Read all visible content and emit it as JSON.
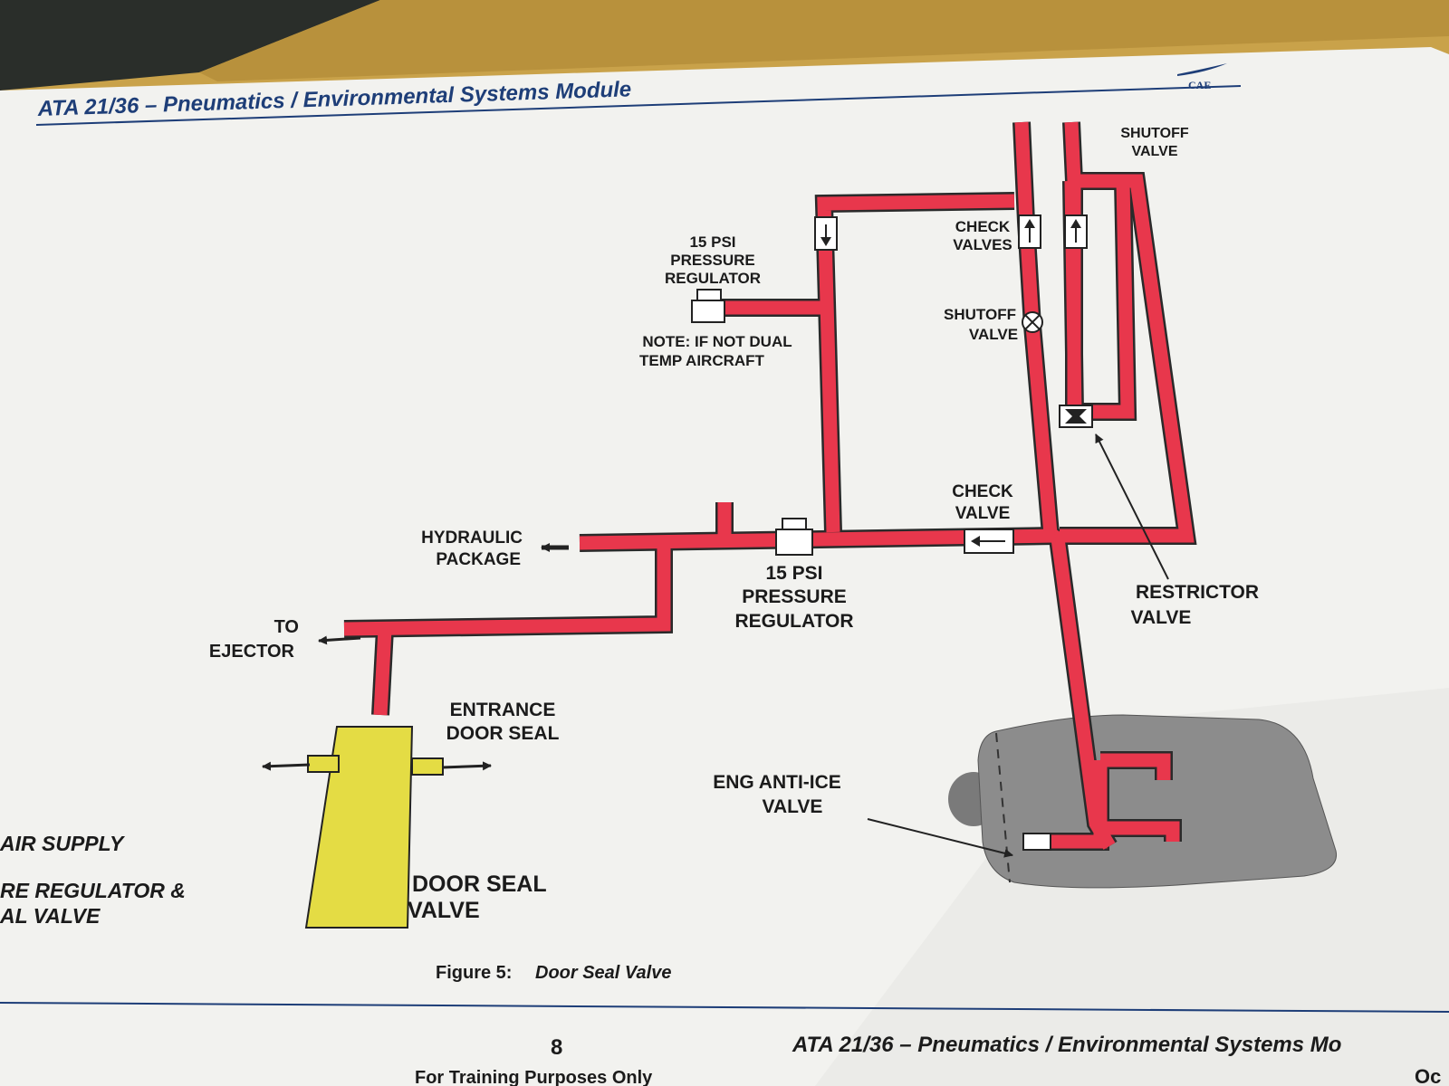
{
  "header": {
    "title": "ATA 21/36 – Pneumatics / Environmental Systems Module",
    "logo_text": "CAE"
  },
  "diagram": {
    "labels": {
      "shutoff_valve_top": [
        "SHUTOFF",
        "VALVE"
      ],
      "check_valves": [
        "CHECK",
        "VALVES"
      ],
      "pressure_regulator_upper": [
        "15 PSI",
        "PRESSURE",
        "REGULATOR"
      ],
      "note": [
        "NOTE: IF NOT DUAL",
        "TEMP AIRCRAFT"
      ],
      "shutoff_valve_mid": [
        "SHUTOFF",
        "VALVE"
      ],
      "check_valve": [
        "CHECK",
        "VALVE"
      ],
      "hydraulic_package": [
        "HYDRAULIC",
        "PACKAGE"
      ],
      "pressure_regulator_lower": [
        "15 PSI",
        "PRESSURE",
        "REGULATOR"
      ],
      "restrictor_valve": [
        "RESTRICTOR",
        "VALVE"
      ],
      "to_ejector": [
        "TO",
        "EJECTOR"
      ],
      "entrance_door_seal": [
        "ENTRANCE",
        "DOOR SEAL"
      ],
      "eng_anti_ice_valve": [
        "ENG ANTI-ICE",
        "VALVE"
      ],
      "door_seal_valve": [
        "DOOR SEAL",
        "VALVE"
      ],
      "left_fragment_1": "AIR SUPPLY",
      "left_fragment_2": "RE REGULATOR &",
      "left_fragment_3": "AL VALVE"
    },
    "caption": {
      "prefix": "Figure 5:",
      "title": "Door Seal Valve"
    },
    "colors": {
      "duct": "#e8374c",
      "duct_outline": "#2a2a2a",
      "door_seal": "#e4dc44",
      "engine": "#8a8a8a",
      "header_text": "#1e3e78",
      "paper": "#f2f2f0"
    }
  },
  "footer": {
    "page_number": "8",
    "training_note": "For Training Purposes Only",
    "title": "ATA 21/36 – Pneumatics / Environmental Systems Mo",
    "corner_fragment": "Oc"
  }
}
